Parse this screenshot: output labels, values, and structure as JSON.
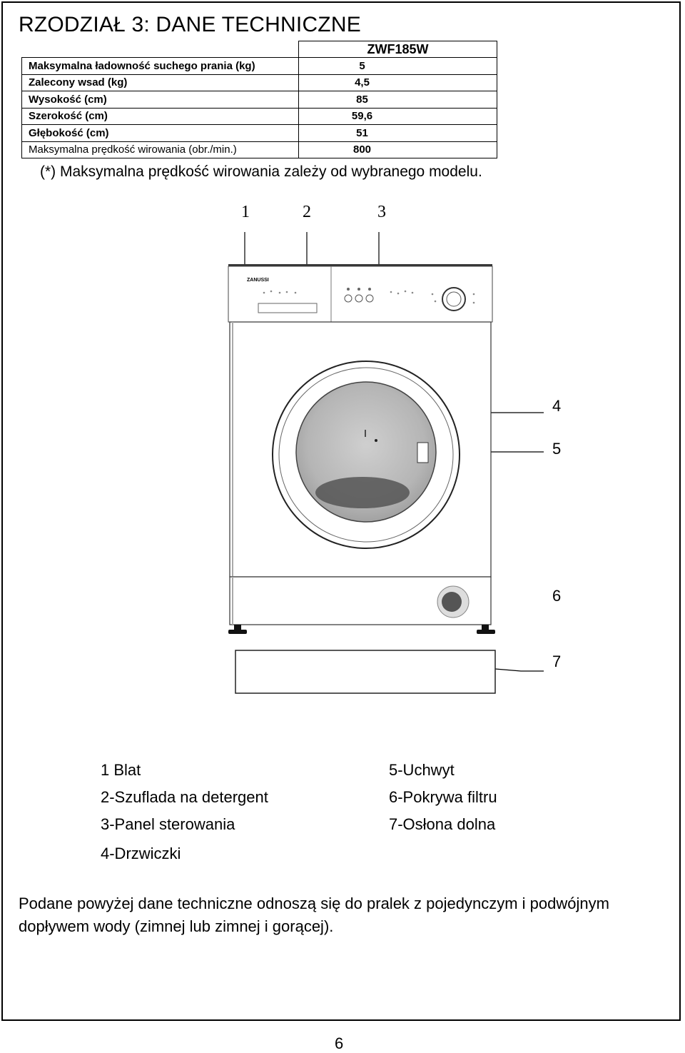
{
  "title": "RZODZIAŁ 3: DANE TECHNICZNE",
  "spec_table": {
    "model": "ZWF185W",
    "rows": [
      {
        "label": "Maksymalna ładowność suchego prania (kg)",
        "value": "5"
      },
      {
        "label": "Zalecony wsad (kg)",
        "value": "4,5"
      },
      {
        "label": "Wysokość (cm)",
        "value": "85"
      },
      {
        "label": "Szerokość (cm)",
        "value": "59,6"
      },
      {
        "label": "Głębokość (cm)",
        "value": "51"
      },
      {
        "label": "Maksymalna prędkość wirowania (obr./min.)",
        "value": "800"
      }
    ]
  },
  "note": "(*) Maksymalna prędkość wirowania zależy od wybranego modelu.",
  "diagram": {
    "callouts": [
      "1",
      "2",
      "3",
      "4",
      "5",
      "6",
      "7"
    ],
    "brand": "ZANUSSI"
  },
  "legend": {
    "left": [
      "1 Blat",
      "2-Szuflada na detergent",
      "3-Panel sterowania",
      "4-Drzwiczki"
    ],
    "right": [
      "5-Uchwyt",
      "6-Pokrywa filtru",
      "7-Osłona dolna"
    ]
  },
  "footer": "Podane powyżej dane techniczne odnoszą się do pralek z pojedynczym i podwójnym dopływem wody (zimnej lub zimnej i gorącej).",
  "page_number": "6"
}
